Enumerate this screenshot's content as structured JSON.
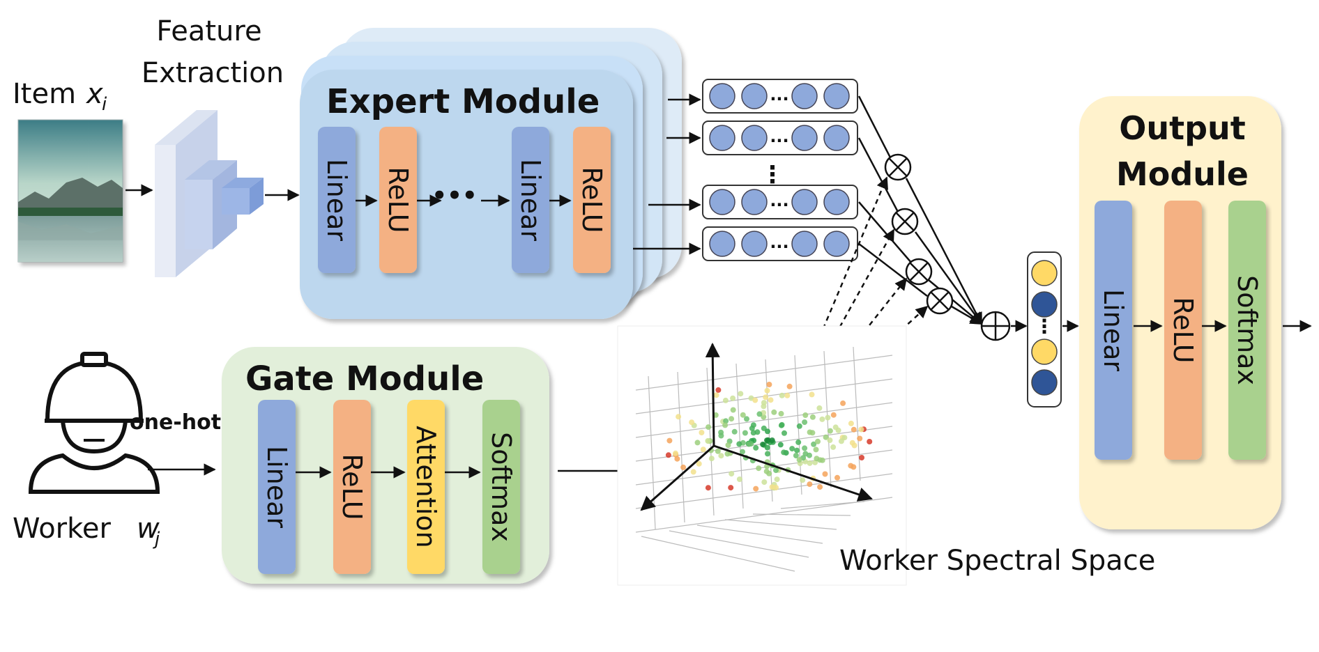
{
  "labels": {
    "item": "Item",
    "item_math": "x",
    "item_sub": "i",
    "feature_line1": "Feature",
    "feature_line2": "Extraction",
    "expert_title": "Expert Module",
    "gate_title": "Gate Module",
    "output_line1": "Output",
    "output_line2": "Module",
    "worker": "Worker",
    "worker_math": "w",
    "worker_sub": "j",
    "one_hot": "one-hot",
    "spectral_space": "Worker Spectral Space"
  },
  "expert_layers": [
    {
      "label": "Linear",
      "color": "#8ea9db"
    },
    {
      "label": "ReLU",
      "color": "#f4b183"
    },
    {
      "label": "Linear",
      "color": "#8ea9db"
    },
    {
      "label": "ReLU",
      "color": "#f4b183"
    }
  ],
  "expert_ellipsis": "•••",
  "gate_layers": [
    {
      "label": "Linear",
      "color": "#8ea9db"
    },
    {
      "label": "ReLU",
      "color": "#f4b183"
    },
    {
      "label": "Attention",
      "color": "#ffd966"
    },
    {
      "label": "Softmax",
      "color": "#a9d18e"
    }
  ],
  "output_layers": [
    {
      "label": "Linear",
      "color": "#8ea9db"
    },
    {
      "label": "ReLU",
      "color": "#f4b183"
    },
    {
      "label": "Softmax",
      "color": "#a9d18e"
    }
  ],
  "colors": {
    "expert_bg": "#bdd7ee",
    "gate_bg": "#e2efda",
    "output_bg": "#fff2cc",
    "node_blue": "#8ea9db",
    "node_dark": "#2f5597",
    "node_yellow": "#ffd966"
  },
  "node_ellipsis": "...",
  "vertical_ellipsis": "⋮"
}
